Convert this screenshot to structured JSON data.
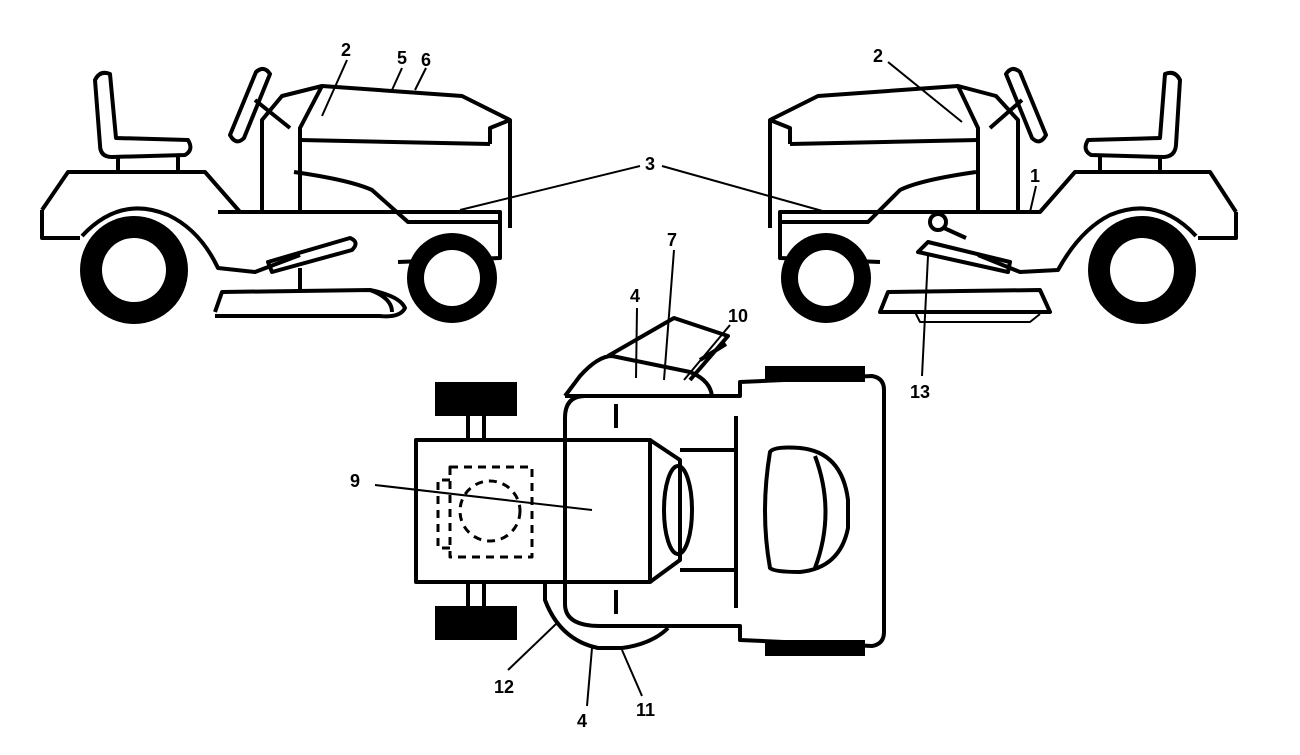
{
  "diagram": {
    "labels": {
      "l1": "1",
      "l2a": "2",
      "l2b": "2",
      "l3": "3",
      "l4a": "4",
      "l4b": "4",
      "l5": "5",
      "l6": "6",
      "l7": "7",
      "l9": "9",
      "l10": "10",
      "l11": "11",
      "l12": "12",
      "l13": "13"
    },
    "colors": {
      "line": "#000000",
      "background": "#ffffff"
    }
  }
}
